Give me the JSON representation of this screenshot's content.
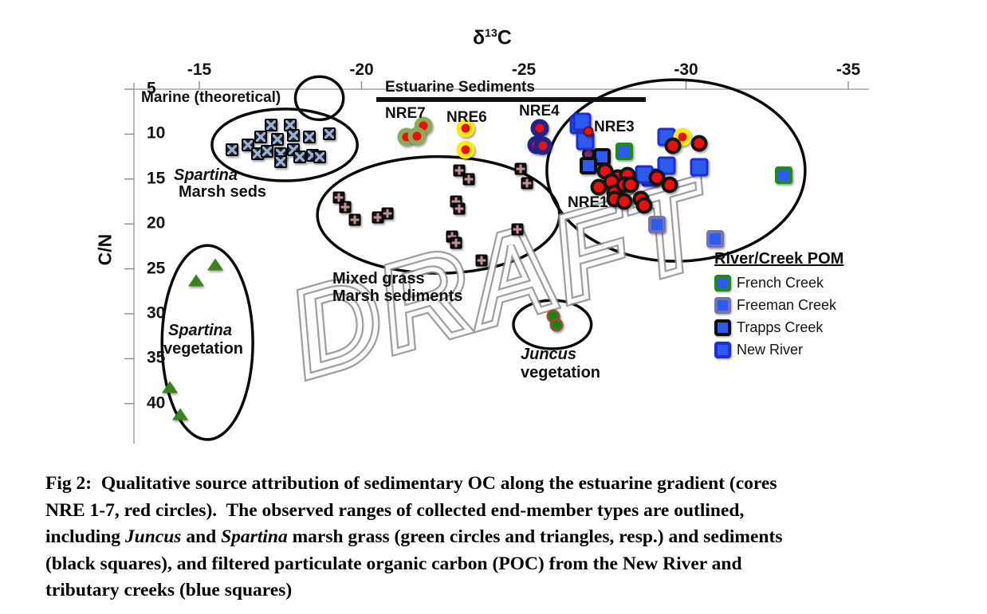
{
  "x_axis": {
    "symbol": "δ",
    "superscript": "13",
    "suffix": "C"
  },
  "y_axis_label": "C/N",
  "watermark": "DRAFT",
  "plot_labels": {
    "marine": "Marine (theoretical)",
    "estuarine": "Estuarine Sediments",
    "nre7": "NRE7",
    "nre6": "NRE6",
    "nre4": "NRE4",
    "nre3": "NRE3",
    "nre1": "NRE1",
    "spartina_seds_line1": "Spartina",
    "spartina_seds_line2": "Marsh seds",
    "mixed_line1": "Mixed grass",
    "mixed_line2": "Marsh sediments",
    "spartina_veg_line1": "Spartina",
    "spartina_veg_line2": "vegetation",
    "juncus_line1": "Juncus",
    "juncus_line2": "vegetation"
  },
  "legend": {
    "title": "River/Creek POM",
    "items": [
      {
        "label": "French Creek",
        "border": "#1c8c1c",
        "fill": "#2d5bf0"
      },
      {
        "label": "Freeman Creek",
        "border": "#7373ae",
        "fill": "#2d5bf0"
      },
      {
        "label": "Trapps Creek",
        "border": "#0d0d0d",
        "fill": "#2d5bf0"
      },
      {
        "label": "New River",
        "border": "#1b2fd4",
        "fill": "#2d5bf0"
      }
    ]
  },
  "chart_data": {
    "type": "scatter",
    "xlabel": "δ13C",
    "ylabel": "C/N",
    "x_ticks": [
      -15,
      -20,
      -25,
      -30,
      -35
    ],
    "y_ticks": [
      5,
      10,
      15,
      20,
      25,
      30,
      35,
      40
    ],
    "x_range": [
      -13.0,
      -35.6
    ],
    "y_range": [
      4.6,
      44.5
    ],
    "grid": false,
    "legend_position": "right-middle",
    "series": [
      {
        "key": "spartina_marsh_seds",
        "name": "Spartina marsh sediments (black X squares)",
        "marker": {
          "shape": "square-x",
          "fill": "#1d2435",
          "border": "#05060c",
          "accent": "#9fb0cf"
        },
        "points": [
          [
            -17.2,
            9.0
          ],
          [
            -17.8,
            9.0
          ],
          [
            -16.9,
            10.3
          ],
          [
            -17.4,
            10.6
          ],
          [
            -17.9,
            10.1
          ],
          [
            -18.4,
            10.3
          ],
          [
            -19.0,
            10.0
          ],
          [
            -16.0,
            11.7
          ],
          [
            -16.5,
            11.2
          ],
          [
            -16.8,
            12.2
          ],
          [
            -17.1,
            11.9
          ],
          [
            -17.5,
            12.2
          ],
          [
            -17.9,
            11.7
          ],
          [
            -18.1,
            12.5
          ],
          [
            -18.5,
            12.4
          ],
          [
            -18.7,
            12.5
          ],
          [
            -17.5,
            13.1
          ]
        ]
      },
      {
        "key": "mixed_grass",
        "name": "Mixed grass marsh sediments (black + squares)",
        "marker": {
          "shape": "square-plus",
          "fill": "#17121a",
          "border": "#000000",
          "accent": "#c1908f"
        },
        "points": [
          [
            -19.3,
            17.1
          ],
          [
            -19.5,
            18.1
          ],
          [
            -19.8,
            19.5
          ],
          [
            -20.5,
            19.3
          ],
          [
            -20.8,
            18.8
          ],
          [
            -23.0,
            14.0
          ],
          [
            -23.3,
            15.0
          ],
          [
            -22.9,
            17.5
          ],
          [
            -23.0,
            18.3
          ],
          [
            -22.8,
            21.4
          ],
          [
            -22.9,
            22.1
          ],
          [
            -24.9,
            13.9
          ],
          [
            -25.1,
            15.5
          ],
          [
            -24.8,
            20.6
          ],
          [
            -23.7,
            24.1
          ]
        ]
      },
      {
        "key": "spartina_vegetation",
        "name": "Spartina vegetation (green triangles)",
        "marker": {
          "shape": "triangle",
          "fill": "#3c801f",
          "border": "#2a5c14"
        },
        "points": [
          [
            -15.5,
            24.5
          ],
          [
            -14.9,
            26.3
          ],
          [
            -14.1,
            38.2
          ],
          [
            -14.4,
            41.2
          ]
        ]
      },
      {
        "key": "juncus_vegetation",
        "name": "Juncus vegetation (green circles)",
        "marker": {
          "shape": "circle",
          "fill": "#158515",
          "border": "#96502e"
        },
        "points": [
          [
            -25.9,
            30.3
          ],
          [
            -26.0,
            31.2
          ]
        ]
      },
      {
        "key": "purple_circle",
        "name": "unlabeled purple circle",
        "marker": {
          "shape": "circle",
          "fill": "#7c2f6f",
          "border": "#141414"
        },
        "points": [
          [
            -27.0,
            12.2
          ]
        ]
      },
      {
        "key": "freeman",
        "name": "Freeman Creek POM (purple-edged blue squares)",
        "marker": {
          "shape": "square",
          "fill": "#2d5bf0",
          "border": "#7373ae"
        },
        "points": [
          [
            -29.1,
            20.1
          ],
          [
            -30.9,
            21.7
          ]
        ]
      },
      {
        "key": "new_river",
        "name": "New River POM (blue squares)",
        "marker": {
          "shape": "square",
          "fill": "#2d5bf0",
          "border": "#1b2fd4"
        },
        "points": [
          [
            -26.7,
            9.0
          ],
          [
            -26.8,
            8.6
          ],
          [
            -26.9,
            10.8
          ],
          [
            -29.4,
            10.3
          ],
          [
            -29.4,
            13.5
          ],
          [
            -30.4,
            13.7
          ],
          [
            -28.9,
            14.8
          ],
          [
            -28.7,
            14.5
          ]
        ]
      },
      {
        "key": "trapps",
        "name": "Trapps Creek POM (black-edged blue squares)",
        "marker": {
          "shape": "square",
          "fill": "#2d5bf0",
          "border": "#0d0d0d"
        },
        "points": [
          [
            -27.4,
            12.5
          ],
          [
            -27.0,
            13.5
          ]
        ]
      },
      {
        "key": "french",
        "name": "French Creek POM (green-edged blue squares)",
        "marker": {
          "shape": "square",
          "fill": "#2d5bf0",
          "border": "#1c8c1c"
        },
        "points": [
          [
            -28.1,
            11.9
          ],
          [
            -33.0,
            14.6
          ]
        ]
      },
      {
        "key": "nre7",
        "name": "NRE7 core (olive-ringed red circles)",
        "marker": {
          "shape": "circle",
          "fill": "#ea1010",
          "border": "#90a85a"
        },
        "points": [
          [
            -21.9,
            9.1
          ],
          [
            -21.4,
            10.3
          ],
          [
            -21.7,
            10.2
          ]
        ]
      },
      {
        "key": "nre6",
        "name": "NRE6 core (yellow-ringed red circles)",
        "marker": {
          "shape": "circle",
          "fill": "#ea1010",
          "border": "#ffe814"
        },
        "points": [
          [
            -23.2,
            9.3
          ],
          [
            -23.2,
            11.7
          ]
        ]
      },
      {
        "key": "nre4",
        "name": "NRE4 core (navy-ringed red circles)",
        "marker": {
          "shape": "circle",
          "fill": "#ea1010",
          "border": "#222288"
        },
        "points": [
          [
            -25.5,
            9.3
          ],
          [
            -25.4,
            11.2
          ],
          [
            -25.6,
            11.3
          ]
        ]
      },
      {
        "key": "nre3_yellow",
        "name": "NRE3 yellow-ringed red circle",
        "marker": {
          "shape": "circle",
          "fill": "#ea1010",
          "border": "#ffe814"
        },
        "points": [
          [
            -29.9,
            10.3
          ]
        ]
      },
      {
        "key": "red_small",
        "name": "small red circle near NRE3",
        "marker": {
          "shape": "circle",
          "fill": "#ea1010",
          "border": "#66100d"
        },
        "points": [
          [
            -27.0,
            9.7
          ]
        ]
      },
      {
        "key": "nre_red",
        "name": "NRE 1-7 cores (red circles)",
        "marker": {
          "shape": "circle",
          "fill": "#ea1010",
          "border": "#141414"
        },
        "points": [
          [
            -29.6,
            11.3
          ],
          [
            -30.4,
            11.0
          ],
          [
            -29.5,
            15.6
          ],
          [
            -29.1,
            14.8
          ],
          [
            -27.5,
            14.1
          ],
          [
            -27.9,
            14.8
          ],
          [
            -28.2,
            14.6
          ],
          [
            -27.3,
            15.9
          ],
          [
            -27.7,
            15.3
          ],
          [
            -27.8,
            16.5
          ],
          [
            -28.1,
            15.6
          ],
          [
            -28.3,
            15.6
          ],
          [
            -27.8,
            17.2
          ],
          [
            -28.1,
            17.5
          ],
          [
            -28.6,
            17.2
          ],
          [
            -28.7,
            17.9
          ]
        ]
      }
    ],
    "annotations": {
      "ellipses": [
        {
          "name": "marine-theoretical-circle",
          "cx": -18.7,
          "cy": 6.0,
          "rx": 0.74,
          "ry": 2.4
        },
        {
          "name": "spartina-marsh-seds-ellipse",
          "cx": -17.63,
          "cy": 11.2,
          "rx": 2.24,
          "ry": 4.0
        },
        {
          "name": "spartina-vegetation-ellipse",
          "cx": -15.25,
          "cy": 33.2,
          "rx": 1.4,
          "ry": 10.8
        },
        {
          "name": "mixed-grass-ellipse",
          "cx": -22.37,
          "cy": 19.0,
          "rx": 3.73,
          "ry": 6.5
        },
        {
          "name": "juncus-vegetation-ellipse",
          "cx": -25.88,
          "cy": 31.2,
          "rx": 1.2,
          "ry": 2.7
        },
        {
          "name": "estuarine-sediments-ellipse",
          "cx": -29.69,
          "cy": 14.05,
          "rx": 3.98,
          "ry": 10.1
        }
      ]
    }
  },
  "caption": {
    "lines": [
      [
        {
          "text": "Fig 2:  Qualitative source attribution of sedimentary OC along the estuarine gradient (cores",
          "italic": false
        }
      ],
      [
        {
          "text": "NRE 1-7, red circles).  The observed ranges of collected end-member types are outlined,",
          "italic": false
        }
      ],
      [
        {
          "text": "including ",
          "italic": false
        },
        {
          "text": "Juncus",
          "italic": true
        },
        {
          "text": " and ",
          "italic": false
        },
        {
          "text": "Spartina",
          "italic": true
        },
        {
          "text": " marsh grass (green circles and triangles, resp.) and sediments",
          "italic": false
        }
      ],
      [
        {
          "text": "(black squares), and filtered particulate organic carbon (POC) from the New River and",
          "italic": false
        }
      ],
      [
        {
          "text": "tributary creeks (blue squares)",
          "italic": false
        }
      ]
    ]
  }
}
